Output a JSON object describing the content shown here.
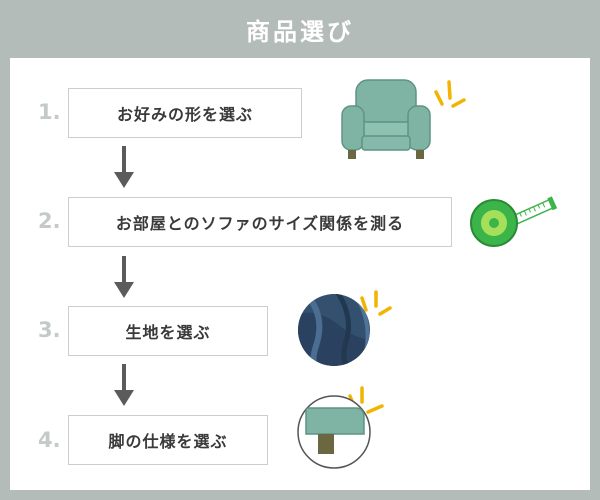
{
  "header": {
    "title": "商品選び"
  },
  "steps": [
    {
      "number": "1.",
      "label": "お好みの形を選ぶ",
      "icon": "armchair-icon"
    },
    {
      "number": "2.",
      "label": "お部屋とのソファのサイズ関係を測る",
      "icon": "tape-measure-icon"
    },
    {
      "number": "3.",
      "label": "生地を選ぶ",
      "icon": "fabric-swatch-icon"
    },
    {
      "number": "4.",
      "label": "脚の仕様を選ぶ",
      "icon": "sofa-leg-icon"
    }
  ],
  "colors": {
    "header_bg": "#b3bcb8",
    "step_number": "#c3cac7",
    "arrow": "#5b5b5b",
    "sparkle": "#f2b400",
    "chair": "#7fb3a3",
    "tape": "#3bb54a",
    "fabric": "#34506f"
  }
}
